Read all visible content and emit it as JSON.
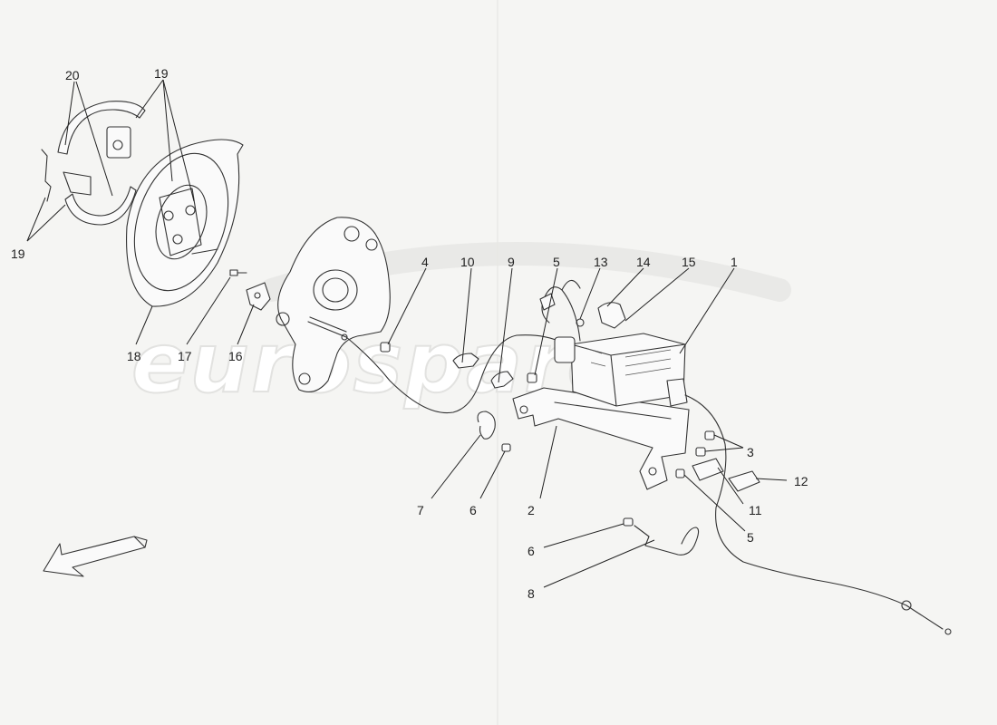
{
  "watermark": "eurospares",
  "callouts": [
    {
      "id": "c20",
      "text": "20"
    },
    {
      "id": "c19a",
      "text": "19"
    },
    {
      "id": "c19b",
      "text": "19"
    },
    {
      "id": "c18",
      "text": "18"
    },
    {
      "id": "c17",
      "text": "17"
    },
    {
      "id": "c16",
      "text": "16"
    },
    {
      "id": "c4",
      "text": "4"
    },
    {
      "id": "c10",
      "text": "10"
    },
    {
      "id": "c9",
      "text": "9"
    },
    {
      "id": "c5a",
      "text": "5"
    },
    {
      "id": "c13",
      "text": "13"
    },
    {
      "id": "c14",
      "text": "14"
    },
    {
      "id": "c15",
      "text": "15"
    },
    {
      "id": "c1",
      "text": "1"
    },
    {
      "id": "c3",
      "text": "3"
    },
    {
      "id": "c12",
      "text": "12"
    },
    {
      "id": "c11",
      "text": "11"
    },
    {
      "id": "c5b",
      "text": "5"
    },
    {
      "id": "c7",
      "text": "7"
    },
    {
      "id": "c6a",
      "text": "6"
    },
    {
      "id": "c2",
      "text": "2"
    },
    {
      "id": "c6b",
      "text": "6"
    },
    {
      "id": "c8",
      "text": "8"
    }
  ]
}
